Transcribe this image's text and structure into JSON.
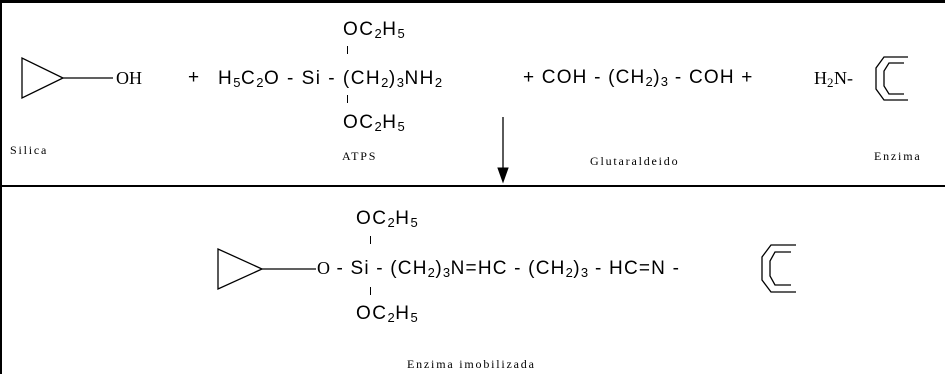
{
  "reactants": {
    "silica": {
      "group": "OH",
      "label": "Silica"
    },
    "atps": {
      "top": {
        "main": "OC",
        "sub1": "2",
        "h": "H",
        "sub2": "5"
      },
      "left": {
        "h": "H",
        "s1": "5",
        "c": "C",
        "s2": "2",
        "rest": "O - Si - (CH",
        "s3": "2",
        "close": ")",
        "s4": "3",
        "nh": "NH",
        "s5": "2"
      },
      "bottom": {
        "main": "OC",
        "sub1": "2",
        "h": "H",
        "sub2": "5"
      },
      "label": "ATPS"
    },
    "plus_1": "+",
    "glutaraldeido": {
      "text_a": "+ COH - (CH",
      "s1": "2",
      "text_b": ")",
      "s2": "3",
      "text_c": " - COH +",
      "label": "Glutaraldeido"
    },
    "enzima": {
      "h": "H",
      "s": "2",
      "n": "N-",
      "label": "Enzima"
    }
  },
  "product": {
    "top": {
      "main": "OC",
      "sub1": "2",
      "h": "H",
      "sub2": "5"
    },
    "line": {
      "o": "O",
      "a": " - Si - (CH",
      "s1": "2",
      "b": ")",
      "s2": "3",
      "c": "N=HC - (CH",
      "s3": "2",
      "d": ")",
      "s4": "3",
      "e": " - HC=N - "
    },
    "bottom": {
      "main": "OC",
      "sub1": "2",
      "h": "H",
      "sub2": "5"
    },
    "label": "Enzima imobilizada"
  }
}
